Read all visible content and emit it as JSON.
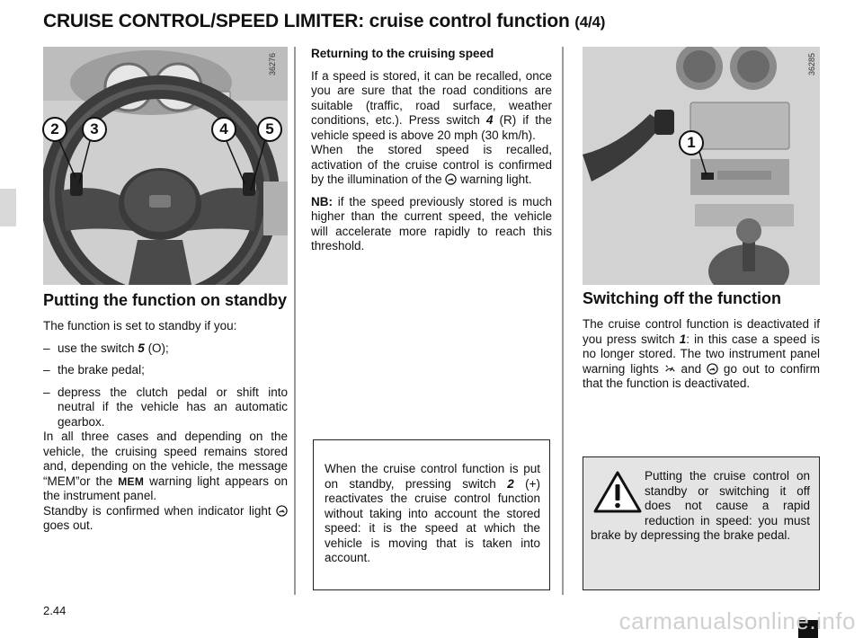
{
  "page": {
    "title_main": "CRUISE CONTROL/SPEED LIMITER: cruise control function",
    "title_suffix": "(4/4)",
    "page_number": "2.44",
    "watermark": "carmanualsonline.info"
  },
  "left_photo": {
    "ref": "36276",
    "callouts": [
      "2",
      "3",
      "4",
      "5"
    ]
  },
  "right_photo": {
    "ref": "36285",
    "callouts": [
      "1"
    ]
  },
  "standby": {
    "heading": "Putting the function on standby",
    "intro": "The function is set to standby if you:",
    "items": [
      {
        "pre": "use the switch ",
        "key": "5",
        "post": " (O);"
      },
      {
        "pre": "the brake pedal;",
        "key": "",
        "post": ""
      },
      {
        "pre": "depress the clutch pedal or shift into neutral if the vehicle has an automatic gearbox.",
        "key": "",
        "post": ""
      }
    ],
    "p1_pre": "In all three cases and depending on the vehicle, the cruising speed remains stored and, depending on the vehicle, the message “MEM”or the ",
    "p1_mem": "MEM",
    "p1_post": " warning light appears on the instrument panel.",
    "p2_pre": "Standby is confirmed when indicator light ",
    "p2_post": " goes out."
  },
  "returning": {
    "heading": "Returning to the cruising speed",
    "p1_pre": "If a speed is stored, it can be recalled, once you are sure that the road conditions are suitable (traffic, road surface, weather conditions, etc.). Press switch ",
    "p1_key": "4",
    "p1_post": " (R) if the vehicle speed is above 20 mph (30 km/h).",
    "p2_pre": "When the stored speed is recalled, activation of the cruise control is confirmed by the illumination of the ",
    "p2_post": " warning light.",
    "nb_label": "NB:",
    "nb_text": " if the speed previously stored is much higher than the current speed, the vehicle will accelerate more rapidly to reach this threshold."
  },
  "note_box": {
    "pre": "When the cruise control function is put on standby, pressing switch ",
    "key": "2",
    "mid": " (+) reactivates the cruise control function without taking into account the stored speed: it is the speed at which the vehicle is moving that is taken into account."
  },
  "switch_off": {
    "heading": "Switching off the function",
    "pre": "The cruise control function is deactivated if you press switch ",
    "key": "1",
    "mid": ": in this case a speed is no longer stored. The two instrument panel warning lights ",
    "and": " and",
    "post": " go out to confirm that the function is deactivated."
  },
  "warning_box": {
    "text": "Putting the cruise control on standby or switching it off does not cause a rapid reduction in speed: you must brake by depressing the brake pedal."
  }
}
